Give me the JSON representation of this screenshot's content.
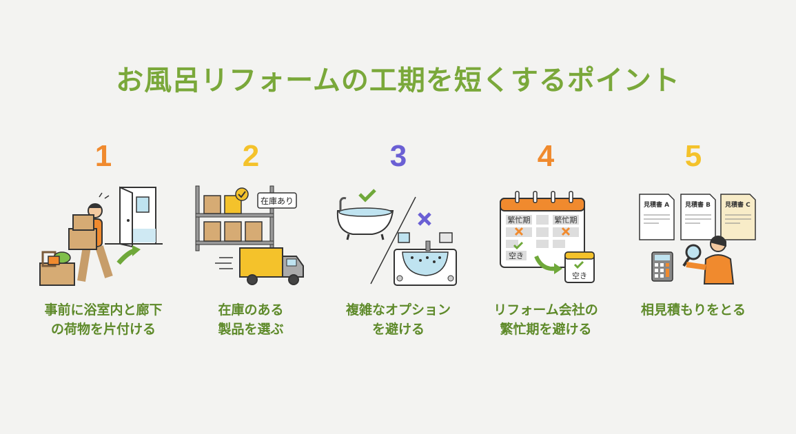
{
  "title": "お風呂リフォームの工期を短くするポイント",
  "colors": {
    "title": "#7aa83a",
    "caption": "#5e8a2a",
    "background": "#f3f3f1",
    "num_orange": "#f08a2e",
    "num_yellow": "#f4c22b",
    "num_purple": "#6a5fd4"
  },
  "points": [
    {
      "number": "1",
      "number_color": "#f08a2e",
      "caption_lines": [
        "事前に浴室内と廊下",
        "の荷物を片付ける"
      ],
      "icon": "person-carrying-boxes-to-bathroom-icon"
    },
    {
      "number": "2",
      "number_color": "#f4c22b",
      "caption_lines": [
        "在庫のある",
        "製品を選ぶ"
      ],
      "icon": "warehouse-shelf-truck-icon",
      "label": "在庫あり"
    },
    {
      "number": "3",
      "number_color": "#6a5fd4",
      "caption_lines": [
        "複雑なオプション",
        "を避ける"
      ],
      "icon": "simple-vs-complex-bathtub-icon"
    },
    {
      "number": "4",
      "number_color": "#f08a2e",
      "caption_lines": [
        "リフォーム会社の",
        "繁忙期を避ける"
      ],
      "icon": "calendar-busy-period-icon",
      "labels": [
        "繁忙期",
        "繁忙期",
        "空き",
        "空き"
      ]
    },
    {
      "number": "5",
      "number_color": "#f4c22b",
      "caption_lines": [
        "相見積もりをとる"
      ],
      "icon": "compare-estimates-icon",
      "labels": [
        "見積書 A",
        "見積書 B",
        "見積書 C"
      ]
    }
  ]
}
